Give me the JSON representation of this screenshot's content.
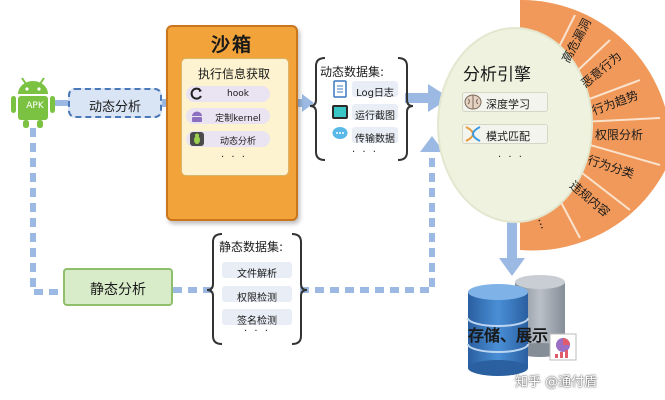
{
  "apk": {
    "label": "APK"
  },
  "dynamic_analysis": {
    "label": "动态分析"
  },
  "sandbox": {
    "title": "沙箱",
    "info_title": "执行信息获取",
    "items": [
      {
        "label": "hook",
        "icon": "hook-icon"
      },
      {
        "label": "定制kernel",
        "icon": "android-robot-icon"
      },
      {
        "label": "动态分析",
        "icon": "bug-icon"
      }
    ],
    "more": "· · ·"
  },
  "dynamic_dataset": {
    "title": "动态数据集:",
    "items": [
      {
        "label": "Log日志",
        "icon": "document-icon"
      },
      {
        "label": "运行截图",
        "icon": "phone-icon"
      },
      {
        "label": "传输数据",
        "icon": "chat-bubble-icon"
      }
    ],
    "more": "· · ·"
  },
  "static_analysis": {
    "label": "静态分析"
  },
  "static_dataset": {
    "title": "静态数据集:",
    "items": [
      {
        "label": "文件解析"
      },
      {
        "label": "权限检测"
      },
      {
        "label": "签名检测"
      }
    ],
    "more": "· · ·"
  },
  "engine": {
    "title": "分析引擎",
    "items": [
      {
        "label": "深度学习",
        "icon": "brain-icon"
      },
      {
        "label": "模式匹配",
        "icon": "dna-icon"
      }
    ],
    "more": "· · ·"
  },
  "fan": {
    "items": [
      {
        "label": "高危漏洞"
      },
      {
        "label": "恶意行为"
      },
      {
        "label": "行为趋势"
      },
      {
        "label": "权限分析"
      },
      {
        "label": "行为分类"
      },
      {
        "label": "违规内容"
      },
      {
        "label": "..."
      }
    ]
  },
  "storage": {
    "label": "存储、展示"
  },
  "watermark": {
    "text": "知乎 @通付盾"
  },
  "colors": {
    "arrow": "#8fb1de",
    "sandbox": "#f2a43a",
    "fan": "#f0995a",
    "engine_bg": "#eef2df",
    "db_blue": "#2f6fb3",
    "db_gray": "#9aa3ad"
  }
}
